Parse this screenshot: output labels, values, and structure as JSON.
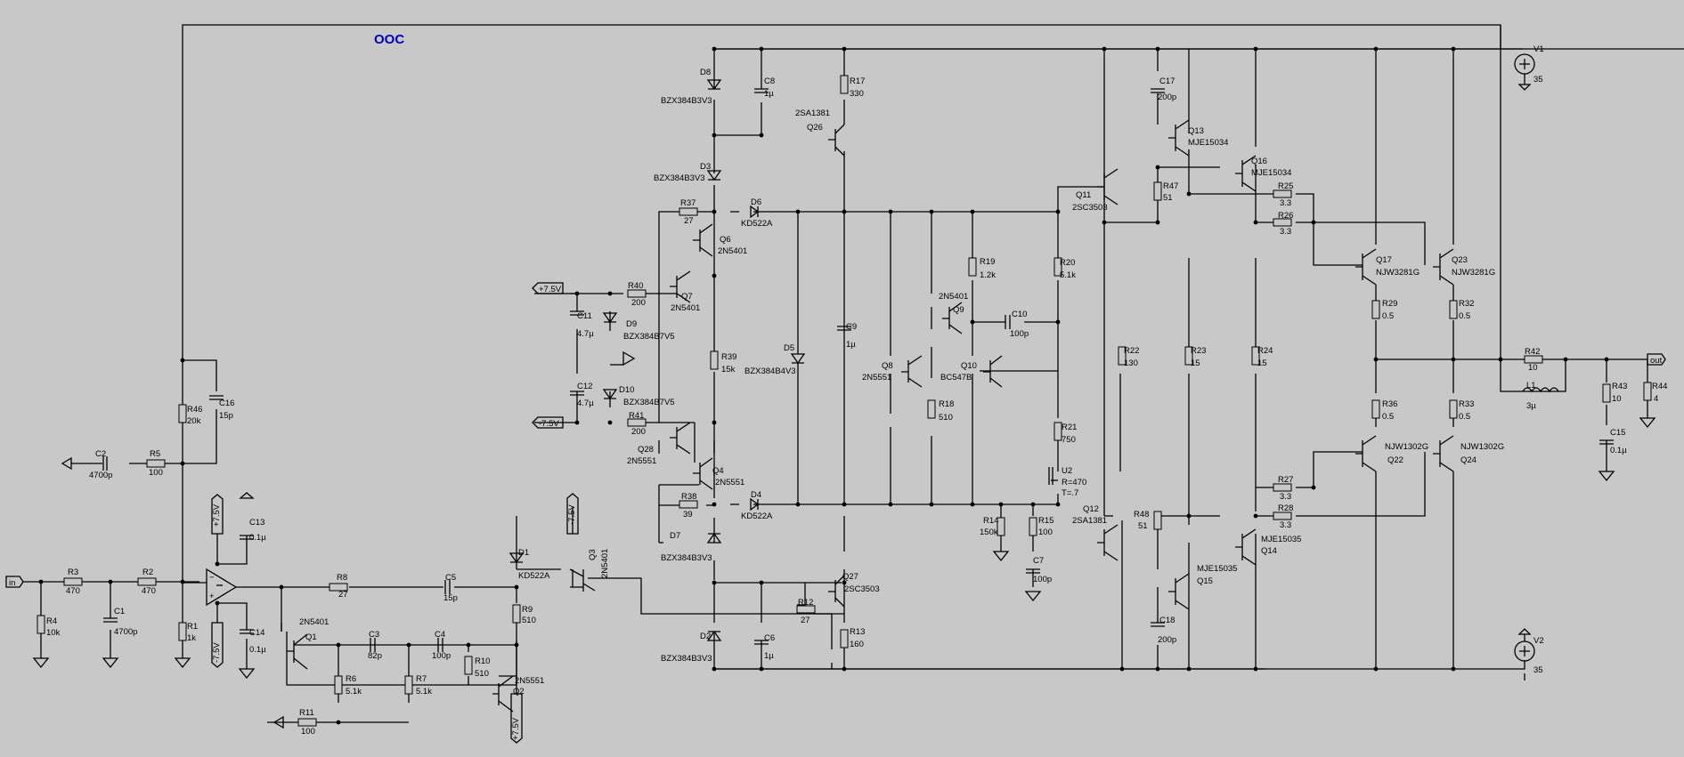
{
  "title": "OOC",
  "sources": {
    "v1_name": "V1",
    "v1_val": "35",
    "v2_name": "V2",
    "v2_val": "35"
  },
  "ports": {
    "in": "in",
    "out": "out",
    "p75": "+7.5V",
    "m75": "-7.5V"
  },
  "input": {
    "r3": "R3",
    "r3v": "470",
    "r2": "R2",
    "r2v": "470",
    "r4": "R4",
    "r4v": "10k",
    "c1": "C1",
    "c1v": "4700p",
    "r1": "R1",
    "r1v": "1k",
    "r46": "R46",
    "r46v": "20k",
    "c16": "C16",
    "c16v": "15p",
    "r5": "R5",
    "r5v": "100",
    "c2": "C2",
    "c2v": "4700p",
    "c13": "C13",
    "c13v": "0.1µ",
    "c14": "C14",
    "c14v": "0.1µ"
  },
  "vas_left": {
    "r8": "R8",
    "r8v": "27",
    "c5": "C5",
    "c5v": "15p",
    "q1": "Q1",
    "q1m": "2N5401",
    "c3": "C3",
    "c3v": "82p",
    "c4": "C4",
    "c4v": "100p",
    "r6": "R6",
    "r6v": "5.1k",
    "r7": "R7",
    "r7v": "5.1k",
    "r10": "R10",
    "r10v": "510",
    "r11": "R11",
    "r11v": "100",
    "d1": "D1",
    "d1m": "KD522A",
    "r9": "R9",
    "r9v": "510",
    "q3": "Q3",
    "q3m": "2N5401",
    "q2": "Q2",
    "q2m": "2N5551"
  },
  "mid": {
    "d8": "D8",
    "d8m": "BZX384B3V3",
    "c8": "C8",
    "c8v": "1µ",
    "r17": "R17",
    "r17v": "330",
    "q26m": "2SA1381",
    "q26": "Q26",
    "d3": "D3",
    "d3m": "BZX384B3V3",
    "r37": "R37",
    "r37v": "27",
    "d6": "D6",
    "d6m": "KD522A",
    "q6": "Q6",
    "q6m": "2N5401",
    "q7": "Q7",
    "q7m": "2N5401",
    "r40": "R40",
    "r40v": "200",
    "c11": "C11",
    "c11v": "4.7µ",
    "d9": "D9",
    "d9m": "BZX384B7V5",
    "c12": "C12",
    "c12v": "4.7µ",
    "d10": "D10",
    "d10m": "BZX384B7V5",
    "r41": "R41",
    "r41v": "200",
    "r39": "R39",
    "r39v": "15k",
    "d5": "D5",
    "d5m": "BZX384B4V3",
    "c9": "C9",
    "c9v": "1µ",
    "q28": "Q28",
    "q28m": "2N5551",
    "q4": "Q4",
    "q4m": "2N5551",
    "r38": "R38",
    "r38v": "39",
    "d4": "D4",
    "d4m": "KD522A",
    "d7": "D7",
    "d7m": "BZX384B3V3",
    "q27": "Q27",
    "q27m": "2SC3503",
    "r12": "R12",
    "r12v": "27",
    "c6": "C6",
    "c6v": "1µ",
    "d2": "D2",
    "d2m": "BZX384B3V3",
    "r13": "R13",
    "r13v": "160"
  },
  "bias": {
    "r19": "R19",
    "r19v": "1.2k",
    "q9m": "2N5401",
    "q9": "Q9",
    "c10": "C10",
    "c10v": "100p",
    "q8": "Q8",
    "q8m": "2N5551",
    "r18": "R18",
    "r18v": "510",
    "q10": "Q10",
    "q10m": "BC547B",
    "r20": "R20",
    "r20v": "5.1k",
    "r21": "R21",
    "r21v": "750",
    "u2": "U2",
    "u2r": "R=470",
    "u2t": "T=.7",
    "r14": "R14",
    "r14v": "150k",
    "r15": "R15",
    "r15v": "100",
    "c7": "C7",
    "c7v": "100p"
  },
  "output": {
    "q11": "Q11",
    "q11m": "2SC3503",
    "q12": "Q12",
    "q12m": "2SA1381",
    "c17": "C17",
    "c17v": "200p",
    "q13": "Q13",
    "q13m": "MJE15034",
    "q16": "Q16",
    "q16m": "MJE15034",
    "r47": "R47",
    "r47v": "51",
    "r25": "R25",
    "r25v": "3.3",
    "r26": "R26",
    "r26v": "3.3",
    "q17": "Q17",
    "q17m": "NJW3281G",
    "q23": "Q23",
    "q23m": "NJW3281G",
    "r29": "R29",
    "r29v": "0.5",
    "r32": "R32",
    "r32v": "0.5",
    "r22": "R22",
    "r22v": "130",
    "r23": "R23",
    "r23v": "15",
    "r24": "R24",
    "r24v": "15",
    "r36": "R36",
    "r36v": "0.5",
    "r33": "R33",
    "r33v": "0.5",
    "q22m": "NJW1302G",
    "q22": "Q22",
    "q24m": "NJW1302G",
    "q24": "Q24",
    "r27": "R27",
    "r27v": "3.3",
    "r28": "R28",
    "r28v": "3.3",
    "r48": "R48",
    "r48v": "51",
    "q14m": "MJE15035",
    "q14": "Q14",
    "q15m": "MJE15035",
    "q15": "Q15",
    "c18": "C18",
    "c18v": "200p",
    "r42": "R42",
    "r42v": "10",
    "l1": "L1",
    "l1v": "3µ",
    "r43": "R43",
    "r43v": "10",
    "r44": "R44",
    "r44v": "4",
    "c15": "C15",
    "c15v": "0.1µ"
  }
}
